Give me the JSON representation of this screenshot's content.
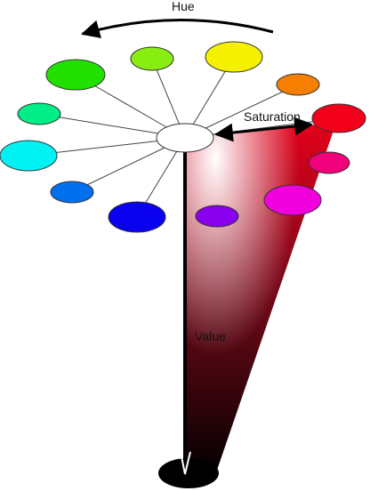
{
  "labels": {
    "hue": "Hue",
    "saturation": "Saturation",
    "value": "Value"
  },
  "hue_swatches": [
    {
      "id": "green",
      "color": "#22e000"
    },
    {
      "id": "yellow-green",
      "color": "#88ee11"
    },
    {
      "id": "yellow",
      "color": "#f5f000"
    },
    {
      "id": "orange",
      "color": "#f57f00"
    },
    {
      "id": "red",
      "color": "#f2001a"
    },
    {
      "id": "pink",
      "color": "#f0007a"
    },
    {
      "id": "magenta",
      "color": "#ef00dd"
    },
    {
      "id": "violet",
      "color": "#8a00ee"
    },
    {
      "id": "blue",
      "color": "#0a00f0"
    },
    {
      "id": "azure",
      "color": "#0070ee"
    },
    {
      "id": "cyan",
      "color": "#00f2f2"
    },
    {
      "id": "spring-green",
      "color": "#00ee88"
    }
  ],
  "colors": {
    "center": "#ffffff",
    "cone_top": "#e4001a",
    "cone_bottom": "#000000",
    "arrow": "#000000"
  }
}
